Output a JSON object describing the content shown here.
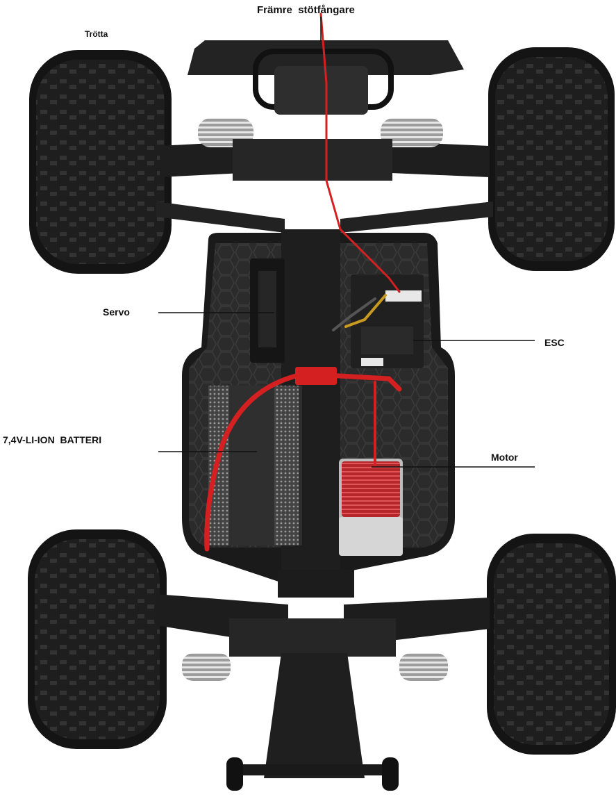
{
  "labels": {
    "front_bumper": "Främre  stötfångare",
    "tire": "Trötta",
    "servo": "Servo",
    "esc": "ESC",
    "battery": "7,4V-LI-ION  BATTERI",
    "motor": "Motor"
  },
  "colors": {
    "tire": "#1c1c1c",
    "chassis": "#2a2a2a",
    "wire_red": "#d42020",
    "motor_red": "#c0282c",
    "spring_silver": "#c8c8c8"
  }
}
